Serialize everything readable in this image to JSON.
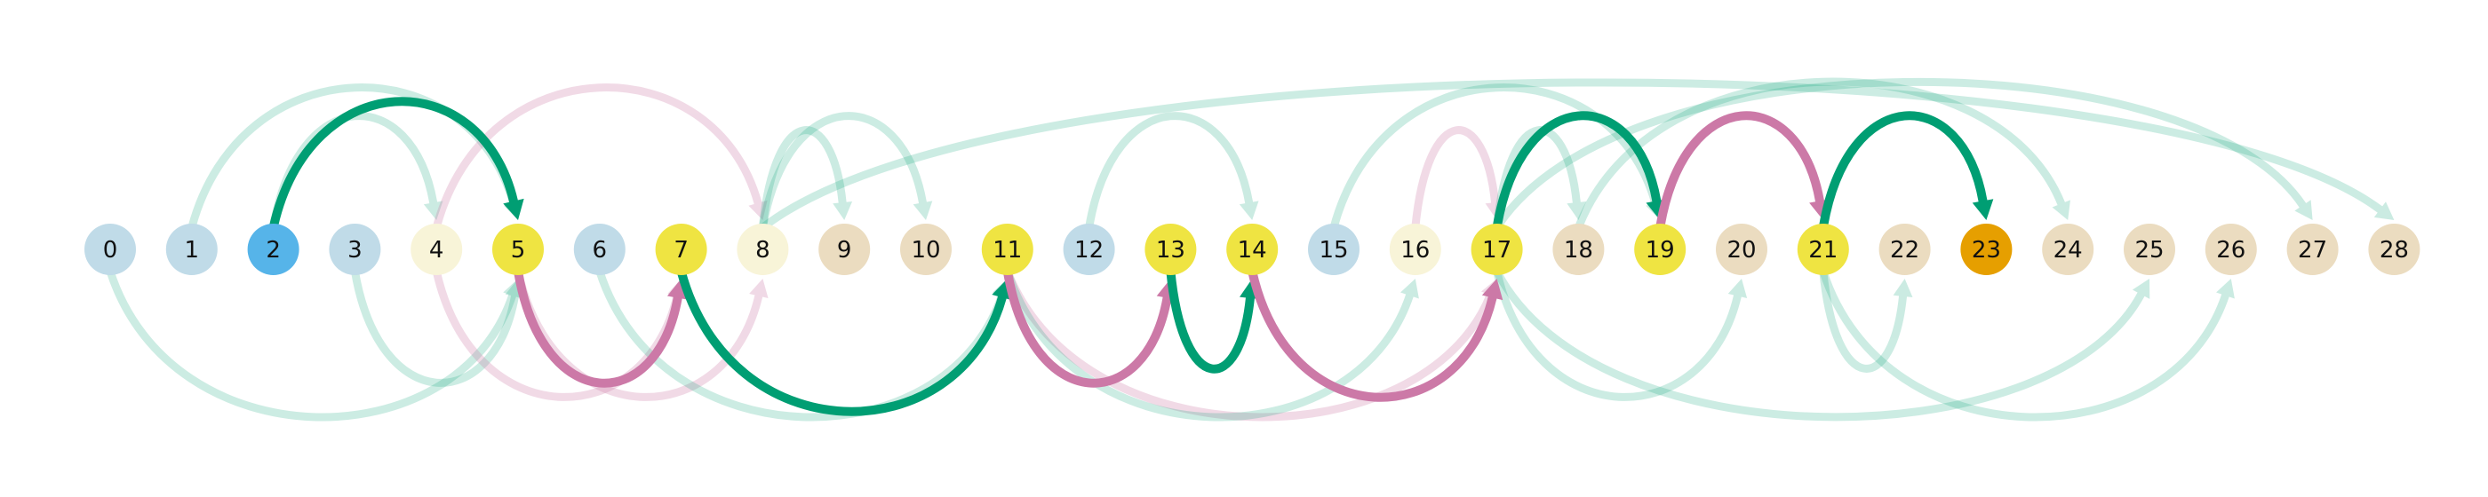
{
  "nodes": [
    {
      "id": 0,
      "label": "0",
      "color": "#c0dbe8"
    },
    {
      "id": 1,
      "label": "1",
      "color": "#c0dbe8"
    },
    {
      "id": 2,
      "label": "2",
      "color": "#56b4e9"
    },
    {
      "id": 3,
      "label": "3",
      "color": "#c0dbe8"
    },
    {
      "id": 4,
      "label": "4",
      "color": "#f8f4d8"
    },
    {
      "id": 5,
      "label": "5",
      "color": "#efe442"
    },
    {
      "id": 6,
      "label": "6",
      "color": "#c0dbe8"
    },
    {
      "id": 7,
      "label": "7",
      "color": "#efe442"
    },
    {
      "id": 8,
      "label": "8",
      "color": "#f8f4d8"
    },
    {
      "id": 9,
      "label": "9",
      "color": "#ebdcc0"
    },
    {
      "id": 10,
      "label": "10",
      "color": "#ebdcc0"
    },
    {
      "id": 11,
      "label": "11",
      "color": "#efe442"
    },
    {
      "id": 12,
      "label": "12",
      "color": "#c0dbe8"
    },
    {
      "id": 13,
      "label": "13",
      "color": "#efe442"
    },
    {
      "id": 14,
      "label": "14",
      "color": "#efe442"
    },
    {
      "id": 15,
      "label": "15",
      "color": "#c0dbe8"
    },
    {
      "id": 16,
      "label": "16",
      "color": "#f8f4d8"
    },
    {
      "id": 17,
      "label": "17",
      "color": "#efe442"
    },
    {
      "id": 18,
      "label": "18",
      "color": "#ebdcc0"
    },
    {
      "id": 19,
      "label": "19",
      "color": "#efe442"
    },
    {
      "id": 20,
      "label": "20",
      "color": "#ebdcc0"
    },
    {
      "id": 21,
      "label": "21",
      "color": "#efe442"
    },
    {
      "id": 22,
      "label": "22",
      "color": "#ebdcc0"
    },
    {
      "id": 23,
      "label": "23",
      "color": "#e69f00"
    },
    {
      "id": 24,
      "label": "24",
      "color": "#ebdcc0"
    },
    {
      "id": 25,
      "label": "25",
      "color": "#ebdcc0"
    },
    {
      "id": 26,
      "label": "26",
      "color": "#ebdcc0"
    },
    {
      "id": 27,
      "label": "27",
      "color": "#ebdcc0"
    },
    {
      "id": 28,
      "label": "28",
      "color": "#ebdcc0"
    }
  ],
  "edges": [
    {
      "from": 1,
      "to": 5,
      "side": "top",
      "kind": "faint-green"
    },
    {
      "from": 2,
      "to": 4,
      "side": "top",
      "kind": "faint-green"
    },
    {
      "from": 4,
      "to": 8,
      "side": "top",
      "kind": "faint-pink"
    },
    {
      "from": 8,
      "to": 10,
      "side": "top",
      "kind": "faint-green"
    },
    {
      "from": 8,
      "to": 9,
      "side": "top",
      "kind": "faint-green"
    },
    {
      "from": 8,
      "to": 28,
      "side": "top",
      "kind": "faint-green"
    },
    {
      "from": 12,
      "to": 14,
      "side": "top",
      "kind": "faint-green"
    },
    {
      "from": 15,
      "to": 19,
      "side": "top",
      "kind": "faint-green"
    },
    {
      "from": 16,
      "to": 17,
      "side": "top",
      "kind": "faint-pink"
    },
    {
      "from": 17,
      "to": 18,
      "side": "top",
      "kind": "faint-green"
    },
    {
      "from": 17,
      "to": 27,
      "side": "top",
      "kind": "faint-green"
    },
    {
      "from": 18,
      "to": 24,
      "side": "top",
      "kind": "faint-green"
    },
    {
      "from": 0,
      "to": 5,
      "side": "bottom",
      "kind": "faint-green"
    },
    {
      "from": 3,
      "to": 5,
      "side": "bottom",
      "kind": "faint-green"
    },
    {
      "from": 4,
      "to": 7,
      "side": "bottom",
      "kind": "faint-pink"
    },
    {
      "from": 5,
      "to": 8,
      "side": "bottom",
      "kind": "faint-pink"
    },
    {
      "from": 6,
      "to": 11,
      "side": "bottom",
      "kind": "faint-green"
    },
    {
      "from": 11,
      "to": 17,
      "side": "bottom",
      "kind": "faint-pink"
    },
    {
      "from": 11,
      "to": 16,
      "side": "bottom",
      "kind": "faint-green"
    },
    {
      "from": 17,
      "to": 20,
      "side": "bottom",
      "kind": "faint-green"
    },
    {
      "from": 17,
      "to": 25,
      "side": "bottom",
      "kind": "faint-green"
    },
    {
      "from": 21,
      "to": 22,
      "side": "bottom",
      "kind": "faint-green"
    },
    {
      "from": 21,
      "to": 26,
      "side": "bottom",
      "kind": "faint-green"
    },
    {
      "from": 2,
      "to": 5,
      "side": "top",
      "kind": "green"
    },
    {
      "from": 17,
      "to": 19,
      "side": "top",
      "kind": "green"
    },
    {
      "from": 19,
      "to": 21,
      "side": "top",
      "kind": "pink"
    },
    {
      "from": 21,
      "to": 23,
      "side": "top",
      "kind": "green"
    },
    {
      "from": 5,
      "to": 7,
      "side": "bottom",
      "kind": "pink"
    },
    {
      "from": 7,
      "to": 11,
      "side": "bottom",
      "kind": "green"
    },
    {
      "from": 11,
      "to": 13,
      "side": "bottom",
      "kind": "pink"
    },
    {
      "from": 13,
      "to": 14,
      "side": "bottom",
      "kind": "green"
    },
    {
      "from": 14,
      "to": 17,
      "side": "bottom",
      "kind": "pink"
    }
  ],
  "edge_styles": {
    "green": {
      "color": "#009e73",
      "opacity": 1.0
    },
    "pink": {
      "color": "#cc79a7",
      "opacity": 1.0
    },
    "faint-green": {
      "color": "#009e73",
      "opacity": 0.2
    },
    "faint-pink": {
      "color": "#cc79a7",
      "opacity": 0.28
    }
  }
}
